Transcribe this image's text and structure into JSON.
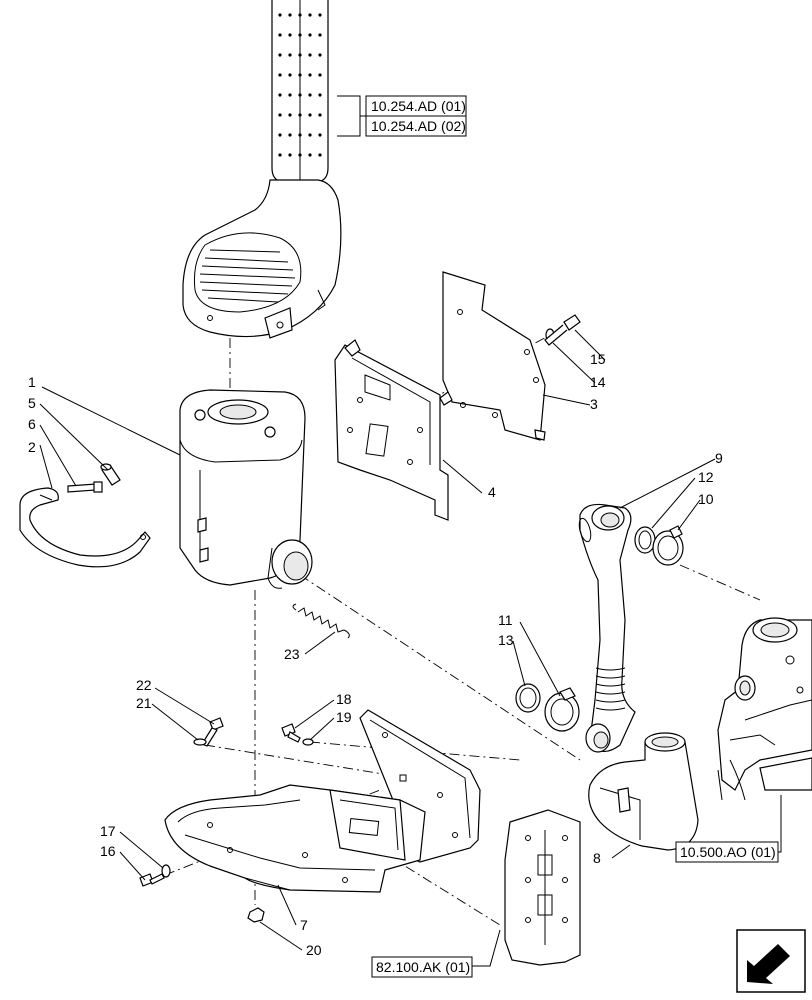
{
  "callouts": [
    {
      "num": "1"
    },
    {
      "num": "2"
    },
    {
      "num": "3"
    },
    {
      "num": "4"
    },
    {
      "num": "5"
    },
    {
      "num": "6"
    },
    {
      "num": "7"
    },
    {
      "num": "8"
    },
    {
      "num": "9"
    },
    {
      "num": "10"
    },
    {
      "num": "11"
    },
    {
      "num": "12"
    },
    {
      "num": "13"
    },
    {
      "num": "14"
    },
    {
      "num": "15"
    },
    {
      "num": "16"
    },
    {
      "num": "17"
    },
    {
      "num": "18"
    },
    {
      "num": "19"
    },
    {
      "num": "20"
    },
    {
      "num": "21"
    },
    {
      "num": "22"
    },
    {
      "num": "23"
    }
  ],
  "references": [
    {
      "code": "10.254.AD (01)"
    },
    {
      "code": "10.254.AD (02)"
    },
    {
      "code": "10.500.AO (01)"
    },
    {
      "code": "82.100.AK (01)"
    }
  ],
  "nav_icon": "next-page-arrow-icon"
}
